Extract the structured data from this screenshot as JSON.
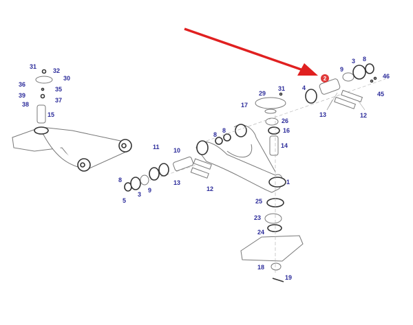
{
  "diagram": {
    "title": "Front axle suspension arm exploded parts view",
    "highlight_label": "2",
    "highlight_color": "#e03a3a",
    "arrow_color": "#e02020",
    "label_color": "#2b2b9a",
    "labels": {
      "l31a": "31",
      "l32": "32",
      "l30": "30",
      "l36": "36",
      "l35": "35",
      "l39": "39",
      "l37": "37",
      "l38": "38",
      "l15": "15",
      "l29": "29",
      "l31b": "31",
      "l4": "4",
      "l9a": "9",
      "l3a": "3",
      "l8a": "8",
      "l46": "46",
      "l45": "45",
      "l13a": "13",
      "l12a": "12",
      "l17": "17",
      "l26": "26",
      "l16": "16",
      "l14": "14",
      "l8b": "8",
      "l8c": "8",
      "l11": "11",
      "l10": "10",
      "l1": "1",
      "l8d": "8",
      "l13b": "13",
      "l12b": "12",
      "l3b": "3",
      "l9b": "9",
      "l5": "5",
      "l25": "25",
      "l23": "23",
      "l24": "24",
      "l18": "18",
      "l19": "19"
    }
  }
}
